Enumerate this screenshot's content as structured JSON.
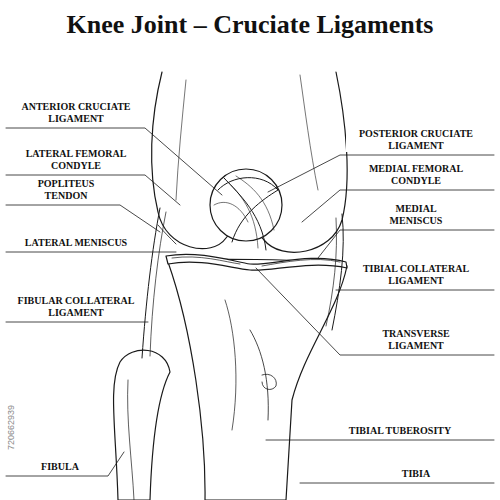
{
  "diagram": {
    "title": "Knee Joint – Cruciate Ligaments",
    "labels": [
      "ANTERIOR CRUCIATE LIGAMENT",
      "LATERAL FEMORAL CONDYLE",
      "POPLITEUS TENDON",
      "LATERAL MENISCUS",
      "FIBULAR COLLATERAL LIGAMENT",
      "FIBULA",
      "POSTERIOR CRUCIATE LIGAMENT",
      "MEDIAL FEMORAL CONDYLE",
      "MEDIAL MENISCUS",
      "TIBIAL COLLATERAL LIGAMENT",
      "TRANSVERSE LIGAMENT",
      "TIBIAL TUBEROSITY",
      "TIBIA",
      "720662939"
    ]
  }
}
